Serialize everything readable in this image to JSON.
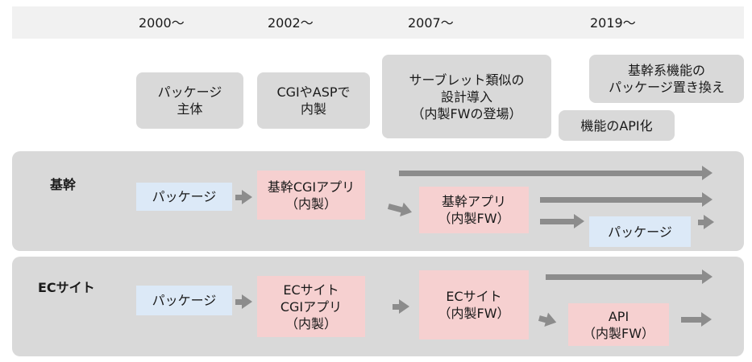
{
  "timeline": {
    "years": [
      "2000〜",
      "2002〜",
      "2007〜",
      "2019〜"
    ],
    "eras": [
      "パッケージ\n主体",
      "CGIやASPで\n内製",
      "サーブレット類似の\n設計導入\n（内製FWの登場）",
      "基幹系機能の\nパッケージ置き換え",
      "機能のAPI化"
    ]
  },
  "lanes": {
    "core": {
      "label": "基幹",
      "package_1": "パッケージ",
      "cgi_app": "基幹CGIアプリ\n（内製）",
      "fw_app": "基幹アプリ\n（内製FW）",
      "package_2": "パッケージ"
    },
    "ec": {
      "label": "ECサイト",
      "package": "パッケージ",
      "cgi_app": "ECサイト\nCGIアプリ\n（内製）",
      "fw_app": "ECサイト\n（内製FW）",
      "api": "API\n（内製FW）"
    }
  },
  "colors": {
    "background": "#ffffff",
    "year_bar": "#f1f1f1",
    "lane": "#d9d9d9",
    "era_box": "#d9d9d9",
    "package_box": "#dce9f7",
    "inhouse_box": "#f6d0d0",
    "arrow": "#8c8c8c"
  }
}
